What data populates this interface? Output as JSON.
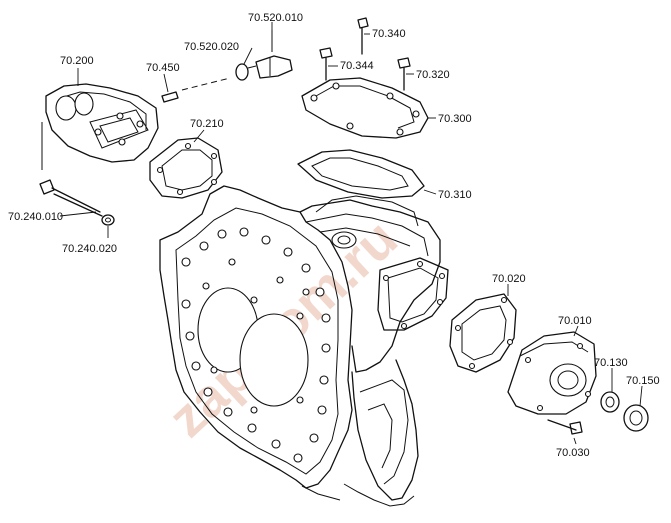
{
  "watermark": "zap-kom.ru",
  "labels": {
    "p70_520_010": "70.520.010",
    "p70_520_020": "70.520.020",
    "p70_340": "70.340",
    "p70_344": "70.344",
    "p70_320": "70.320",
    "p70_200": "70.200",
    "p70_450": "70.450",
    "p70_300": "70.300",
    "p70_210": "70.210",
    "p70_310": "70.310",
    "p70_240_010": "70.240.010",
    "p70_240_020": "70.240.020",
    "p70_020": "70.020",
    "p70_010": "70.010",
    "p70_130": "70.130",
    "p70_150": "70.150",
    "p70_030": "70.030"
  }
}
